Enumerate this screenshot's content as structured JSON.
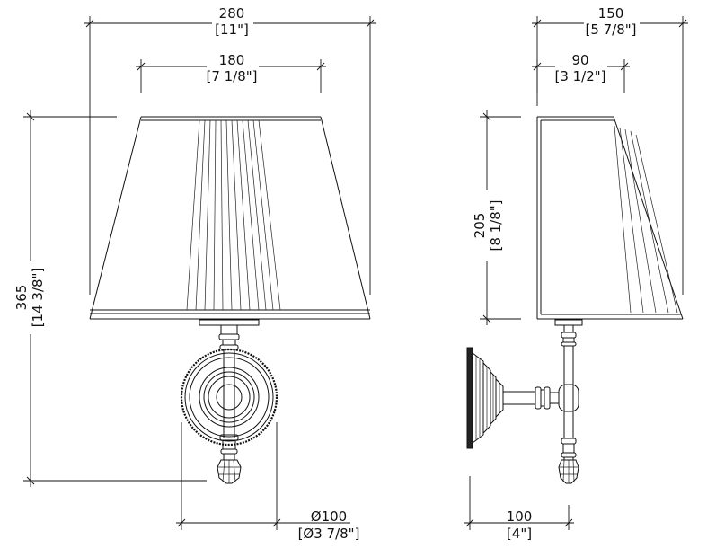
{
  "front_view": {
    "overall_width": {
      "value": "280",
      "imperial": "[11\"]"
    },
    "top_shade_width": {
      "value": "180",
      "imperial": "[7 1/8\"]"
    },
    "overall_height": {
      "value": "365",
      "imperial": "[14 3/8\"]"
    },
    "backplate_diameter": {
      "value": "Ø100",
      "imperial": "[Ø3 7/8\"]"
    }
  },
  "side_view": {
    "overall_depth": {
      "value": "150",
      "imperial": "[5 7/8\"]"
    },
    "top_shade_depth": {
      "value": "90",
      "imperial": "[3 1/2\"]"
    },
    "shade_height": {
      "value": "205",
      "imperial": "[8 1/8\"]"
    },
    "arm_projection": {
      "value": "100",
      "imperial": "[4\"]"
    }
  }
}
